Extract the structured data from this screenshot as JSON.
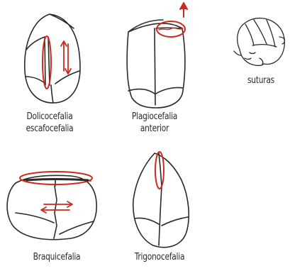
{
  "labels": {
    "dolicocefalia": [
      "Dolicocefalia",
      "escafocefalia"
    ],
    "plagiocefalia": [
      "Plagiocefalia",
      "anterior"
    ],
    "suturas": "suturas",
    "braquicefalia": "Braquicefalia",
    "trigonocefalia": "Trigonocefalia"
  },
  "colors": {
    "ink": "#2a2a2a",
    "highlight": "#cc2a1e"
  }
}
